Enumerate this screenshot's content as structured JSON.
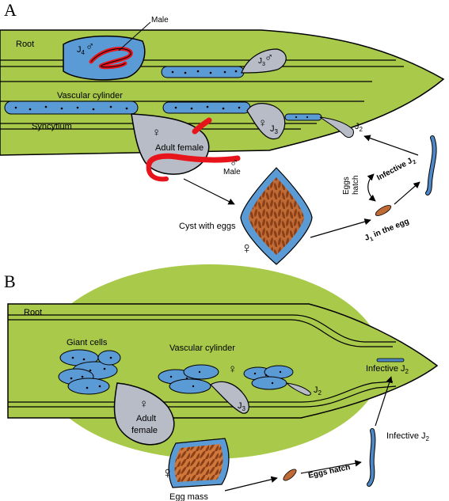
{
  "colors": {
    "root": "#a9c94b",
    "cell": "#5b9bd5",
    "cyst_brown": "#a0522d",
    "nematode_grey": "#b8bcc6",
    "male_red": "#e8141c",
    "worm_blue": "#4e88c7"
  },
  "panel_a": {
    "letter": "A",
    "root": "Root",
    "male_top": "Male",
    "j4": "J",
    "j4_sub": "4",
    "j3_top": "J",
    "j3_top_sub": "3",
    "vascular": "Vascular cylinder",
    "syncytium": "Syncytium",
    "j3": "J",
    "j3_sub": "3",
    "j2": "J",
    "j2_sub": "2",
    "adult_female": "Adult female",
    "male": "Male",
    "cyst": "Cyst with eggs",
    "eggs_hatch_1": "Eggs",
    "eggs_hatch_2": "hatch",
    "infective": "Infective J",
    "infective_sub": "2",
    "j1_in_egg_a": "J",
    "j1_sub": "1",
    "j1_in_egg_b": " in the egg"
  },
  "panel_b": {
    "letter": "B",
    "root": "Root",
    "giant_cells": "Giant cells",
    "vascular": "Vascular cylinder",
    "infective_top": "Infective J",
    "infective_top_sub": "2",
    "j2": "J",
    "j2_sub": "2",
    "j3": "J",
    "j3_sub": "3",
    "adult_1": "Adult",
    "adult_2": "female",
    "infective_right": "Infective J",
    "infective_right_sub": "2",
    "eggs_hatch": "Eggs hatch",
    "egg_mass": "Egg mass"
  },
  "symbols": {
    "male": "♂",
    "female": "♀"
  }
}
